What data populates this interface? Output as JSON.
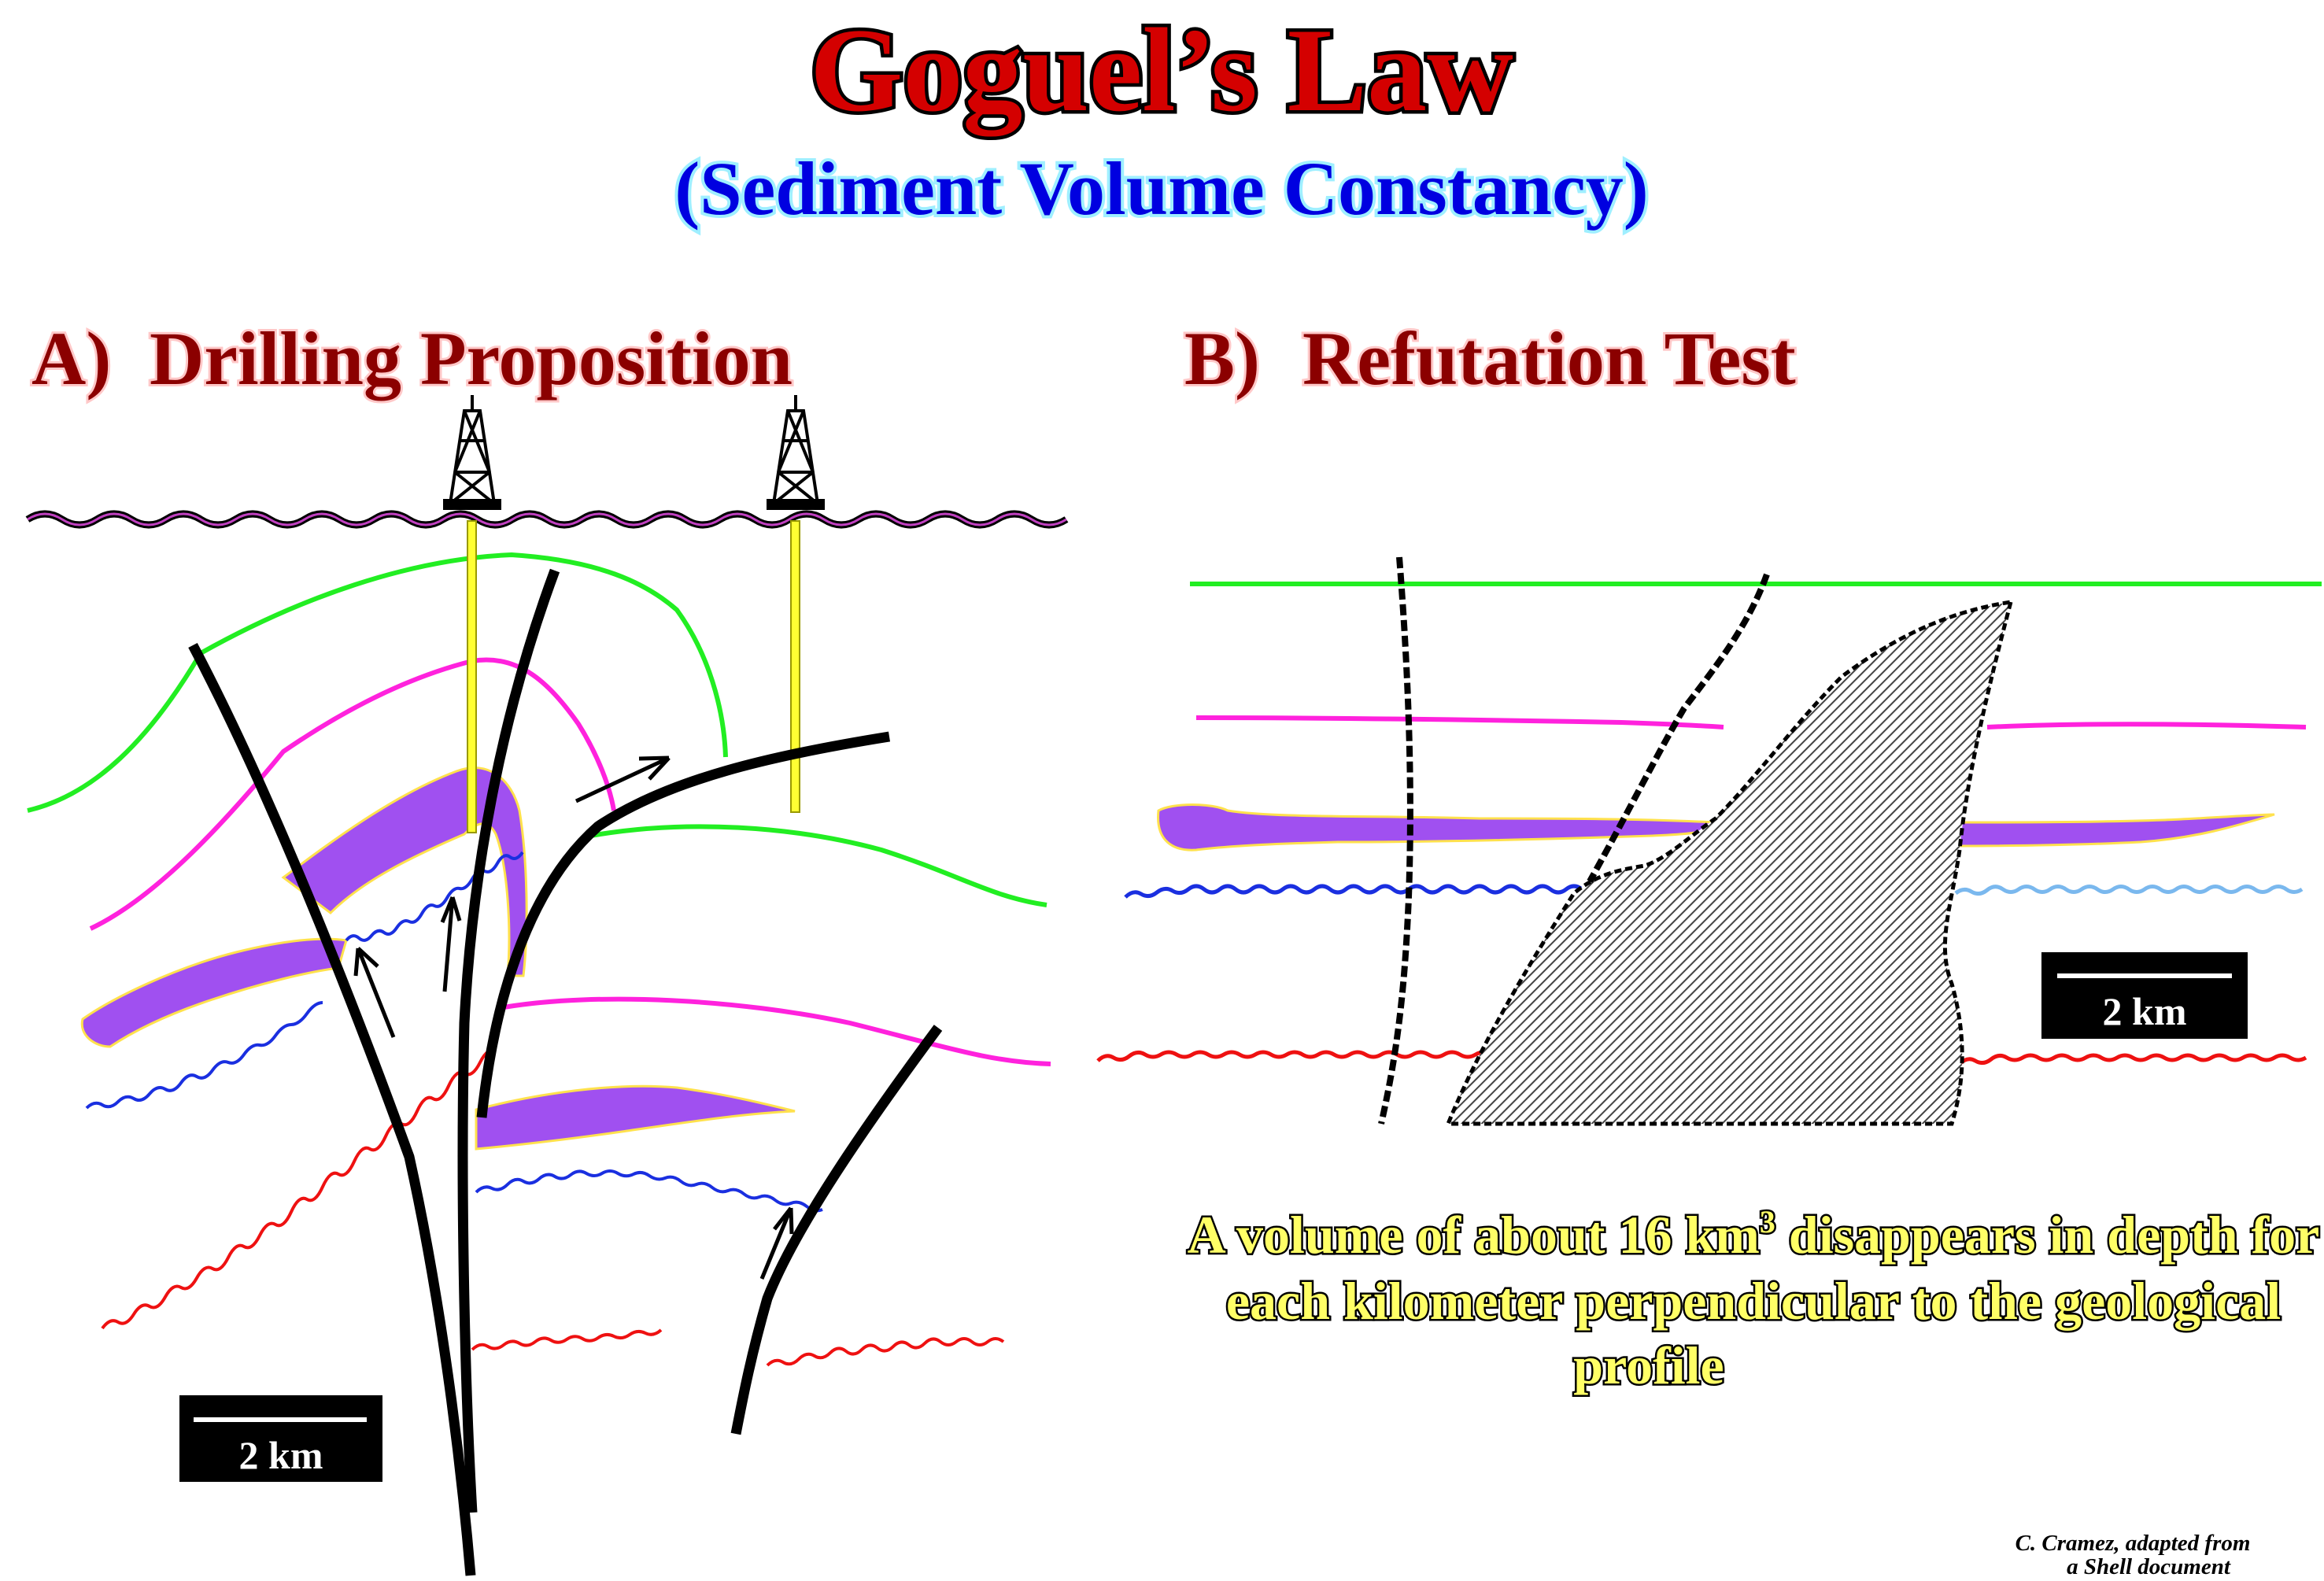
{
  "title": "Goguel’s Law",
  "subtitle": "(Sediment Volume Constancy)",
  "panel_a": {
    "label": "A)",
    "heading": "Drilling Proposition",
    "scale_label": "2 km"
  },
  "panel_b": {
    "label": "B)",
    "heading": "Refutation Test",
    "scale_label": "2 km"
  },
  "caption": {
    "line1_before": "A volume of about 16 km",
    "line1_sup": "3",
    "line1_after": " disappears in depth for",
    "line2": "each kilometer perpendicular to the geological",
    "line3": "profile"
  },
  "credit": {
    "line1": "C. Cramez, adapted from",
    "line2": "a Shell document"
  },
  "colors": {
    "title_fill": "#d40000",
    "subtitle_fill": "#0000e0",
    "heading_fill": "#8b0000",
    "caption_fill": "#ffff66",
    "green_horizon": "#22ee22",
    "magenta_horizon": "#ff22dd",
    "blue_unconformity": "#1a2fe0",
    "light_blue_horizon": "#7ab8ee",
    "red_unconformity": "#ee1111",
    "reservoir": "#a050f0",
    "reservoir_edge": "#ffe14d",
    "well": "#ffff33",
    "fault": "#000000"
  }
}
